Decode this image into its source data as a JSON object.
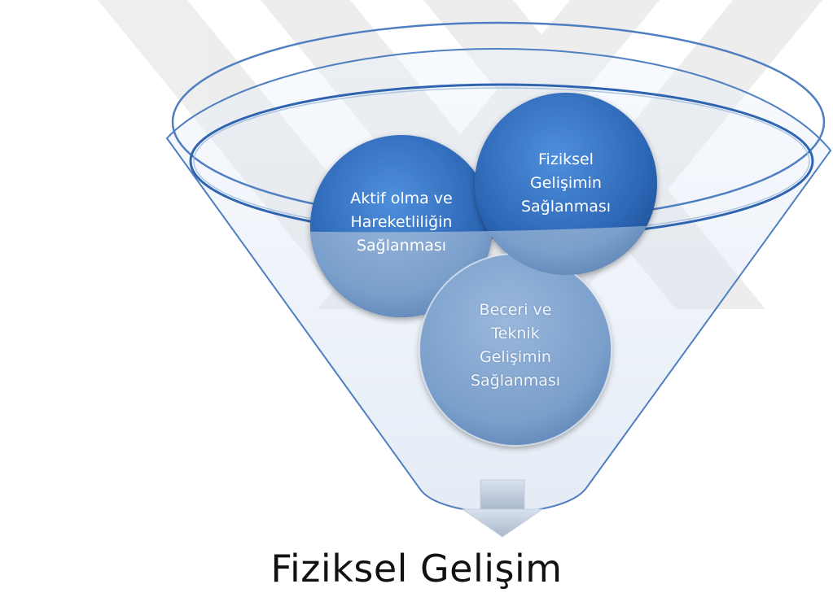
{
  "diagram": {
    "inputs": [
      {
        "lines": [
          "Aktif olma ve",
          "Hareketliliğin",
          "Sağlanması"
        ]
      },
      {
        "lines": [
          "Fiziksel",
          "Gelişimin",
          "Sağlanması"
        ]
      },
      {
        "lines": [
          "Beceri ve",
          "Teknik",
          "Gelişimin",
          "Sağlanması"
        ]
      }
    ],
    "result": "Fiziksel Gelişim"
  },
  "colors": {
    "funnel_stroke": "#4f7fc0",
    "circle_dark": "#2f6fc2",
    "circle_light": "#7fa3cc",
    "watermark": "#ececec"
  },
  "icons": [
    "watermark-x-logo",
    "funnel-icon",
    "down-arrow-icon"
  ]
}
